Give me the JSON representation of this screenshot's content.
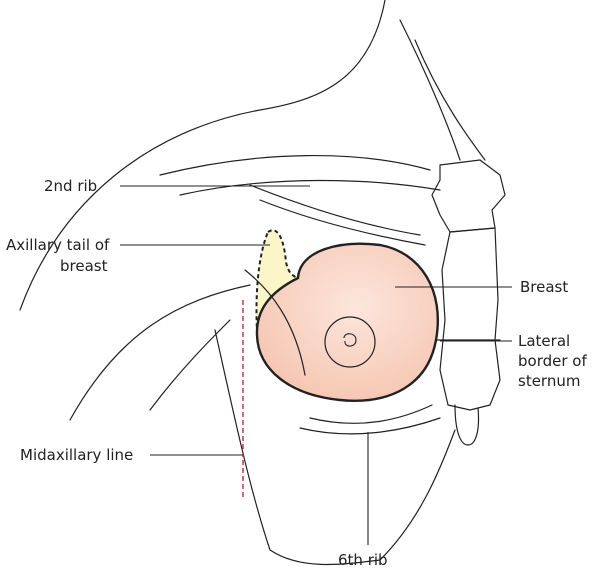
{
  "labels": {
    "rib2": "2nd rib",
    "axillary_tail_line1": "Axillary tail of",
    "axillary_tail_line2": "breast",
    "midaxillary": "Midaxillary line",
    "breast": "Breast",
    "sternum_line1": "Lateral",
    "sternum_line2": "border of",
    "sternum_line3": "sternum",
    "rib6": "6th rib"
  },
  "colors": {
    "breast_fill": "#f8d3c2",
    "axillary_tail_fill": "#fbf5c8",
    "outline": "#222222",
    "midaxillary_line": "#b03030"
  }
}
